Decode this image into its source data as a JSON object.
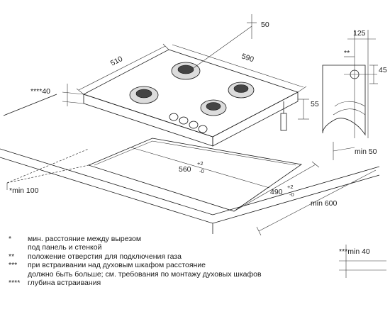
{
  "dimensions": {
    "hob_depth": "510",
    "hob_width": "590",
    "cutout_width": "560",
    "cutout_width_tol_plus": "+2",
    "cutout_width_tol_minus": "-0",
    "cutout_depth": "490",
    "cutout_depth_tol_plus": "+2",
    "cutout_depth_tol_minus": "-0",
    "height": "55",
    "top_offset": "50",
    "side_clearance": "*min 100",
    "rear_clearance": "min 50",
    "worktop_depth": "min 600",
    "oven_distance": "***min 40",
    "install_depth": "****40",
    "gas_inlet_x": "125",
    "gas_inlet_y": "45",
    "gas_marker": "**"
  },
  "notes": [
    {
      "marker": "*",
      "lines": [
        "мин. расстояние между вырезом",
        "под панель и стенкой"
      ]
    },
    {
      "marker": "**",
      "lines": [
        "положение отверстия для подключения газа"
      ]
    },
    {
      "marker": "***",
      "lines": [
        "при встраивании над духовым шкафом расстояние",
        "должно быть больше; см. требования по монтажу духовых шкафов"
      ]
    },
    {
      "marker": "****",
      "lines": [
        "глубина встраивания"
      ]
    }
  ]
}
